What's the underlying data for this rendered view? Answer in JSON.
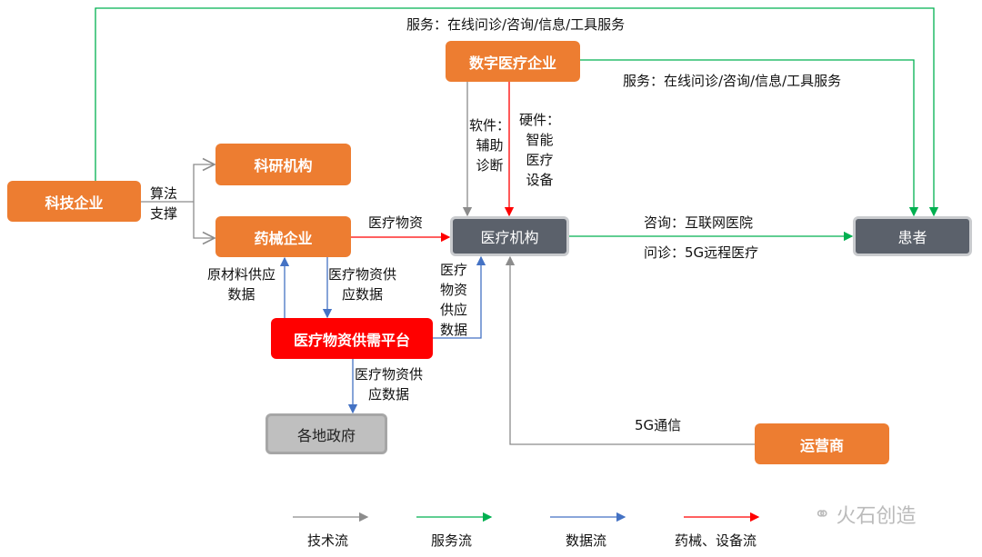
{
  "nodes": {
    "tech_company": "科技企业",
    "research_inst": "科研机构",
    "pharma_company": "药械企业",
    "digital_health": "数字医疗企业",
    "medical_inst": "医疗机构",
    "patient": "患者",
    "supply_platform": "医疗物资供需平台",
    "local_gov": "各地政府",
    "operator": "运营商"
  },
  "labels": {
    "service_top": "服务：在线问诊/咨询/信息/工具服务",
    "service_digital": "服务：在线问诊/咨询/信息/工具服务",
    "algorithm": [
      "算法",
      "支撑"
    ],
    "software": [
      "软件：",
      "辅助",
      "诊断"
    ],
    "hardware": [
      "硬件：",
      "智能",
      "医疗",
      "设备"
    ],
    "medical_supplies": "医疗物资",
    "consult": "咨询：互联网医院",
    "diagnosis": "问诊：5G远程医疗",
    "raw_material": [
      "原材料供应",
      "数据"
    ],
    "supply_data_down": [
      "医疗物资供",
      "应数据"
    ],
    "supply_data_right": [
      "医疗",
      "物资",
      "供应",
      "数据"
    ],
    "supply_data_gov": [
      "医疗物资供",
      "应数据"
    ],
    "comm_5g": "5G通信"
  },
  "legend": [
    {
      "label": "技术流",
      "color": "#8C8C8C"
    },
    {
      "label": "服务流",
      "color": "#00B050"
    },
    {
      "label": "数据流",
      "color": "#4472C4"
    },
    {
      "label": "药械、设备流",
      "color": "#FF0000"
    }
  ],
  "watermark": "火石创造"
}
